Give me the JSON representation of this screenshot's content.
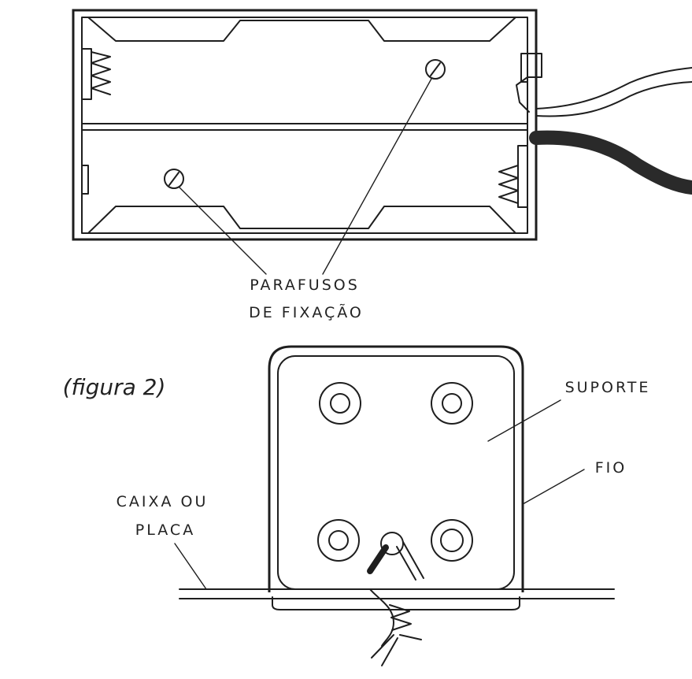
{
  "figure_caption": "(figura 2)",
  "labels": {
    "screws_line1": "PARAFUSOS",
    "screws_line2": "DE FIXAÇÃO",
    "support": "SUPORTE",
    "wire": "FIO",
    "box_line1": "CAIXA OU",
    "box_line2": "PLACA"
  }
}
